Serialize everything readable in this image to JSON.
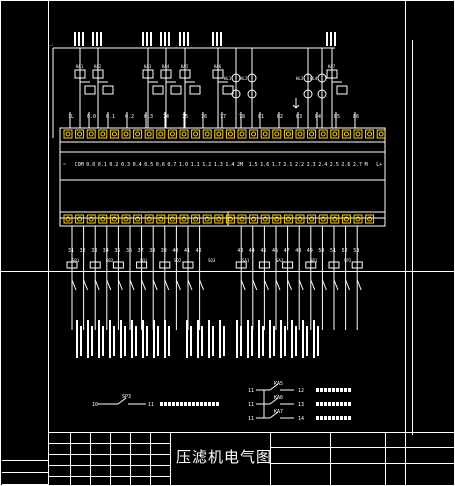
{
  "drawing_title": "压滤机电气图",
  "colors": {
    "background": "#000000",
    "line": "#ffffff",
    "component": "#00e5ff",
    "text": "#ffffff",
    "terminal": "#ffd400",
    "accent": "#ff3030"
  },
  "plc": {
    "input_side_label": "COM",
    "top_terminal_labels": [
      "~",
      "COM",
      "0.0",
      "0.1",
      "0.2",
      "0.3",
      "0.4",
      "0.5",
      "0.6",
      "0.7",
      "1.0",
      "1.1",
      "1.2",
      "1.3",
      "1.4",
      "2M",
      "1.5",
      "1.6",
      "1.7",
      "2.1",
      "2.2",
      "2.3",
      "2.4",
      "2.5",
      "2.6",
      "2.7",
      "M",
      "L+"
    ],
    "top_wire_numbers": [
      "1L",
      "0.0",
      "0.1",
      "0.2",
      "0.3",
      "74",
      "75",
      "76",
      "77",
      "78",
      "81",
      "82",
      "83",
      "84",
      "85",
      "86"
    ],
    "bottom_wire_numbers": [
      "31",
      "32",
      "33",
      "34",
      "35",
      "36",
      "37",
      "38",
      "39",
      "40",
      "41",
      "42",
      "43",
      "44",
      "45",
      "46",
      "47",
      "48",
      "49",
      "50",
      "51",
      "52",
      "53"
    ],
    "relay_tags": [
      "KA1",
      "KA2",
      "KA3",
      "KA4",
      "KA5",
      "KA6",
      "KA7"
    ],
    "indicator_tags": [
      "HL1",
      "HL2",
      "HL3",
      "HL4"
    ]
  },
  "switch_tags": [
    "SB1",
    "SB2",
    "SQ1",
    "SQ2",
    "SQ3",
    "SA1",
    "SA2",
    "SP1",
    "SP2"
  ],
  "bottom_circuit": {
    "left": {
      "from": "10",
      "tag": "SP3",
      "to": "11"
    },
    "right_rows": [
      {
        "from": "11",
        "tag": "KA5",
        "to": "12"
      },
      {
        "from": "11",
        "tag": "KA6",
        "to": "13"
      },
      {
        "from": "11",
        "tag": "KA7",
        "to": "14"
      }
    ]
  }
}
